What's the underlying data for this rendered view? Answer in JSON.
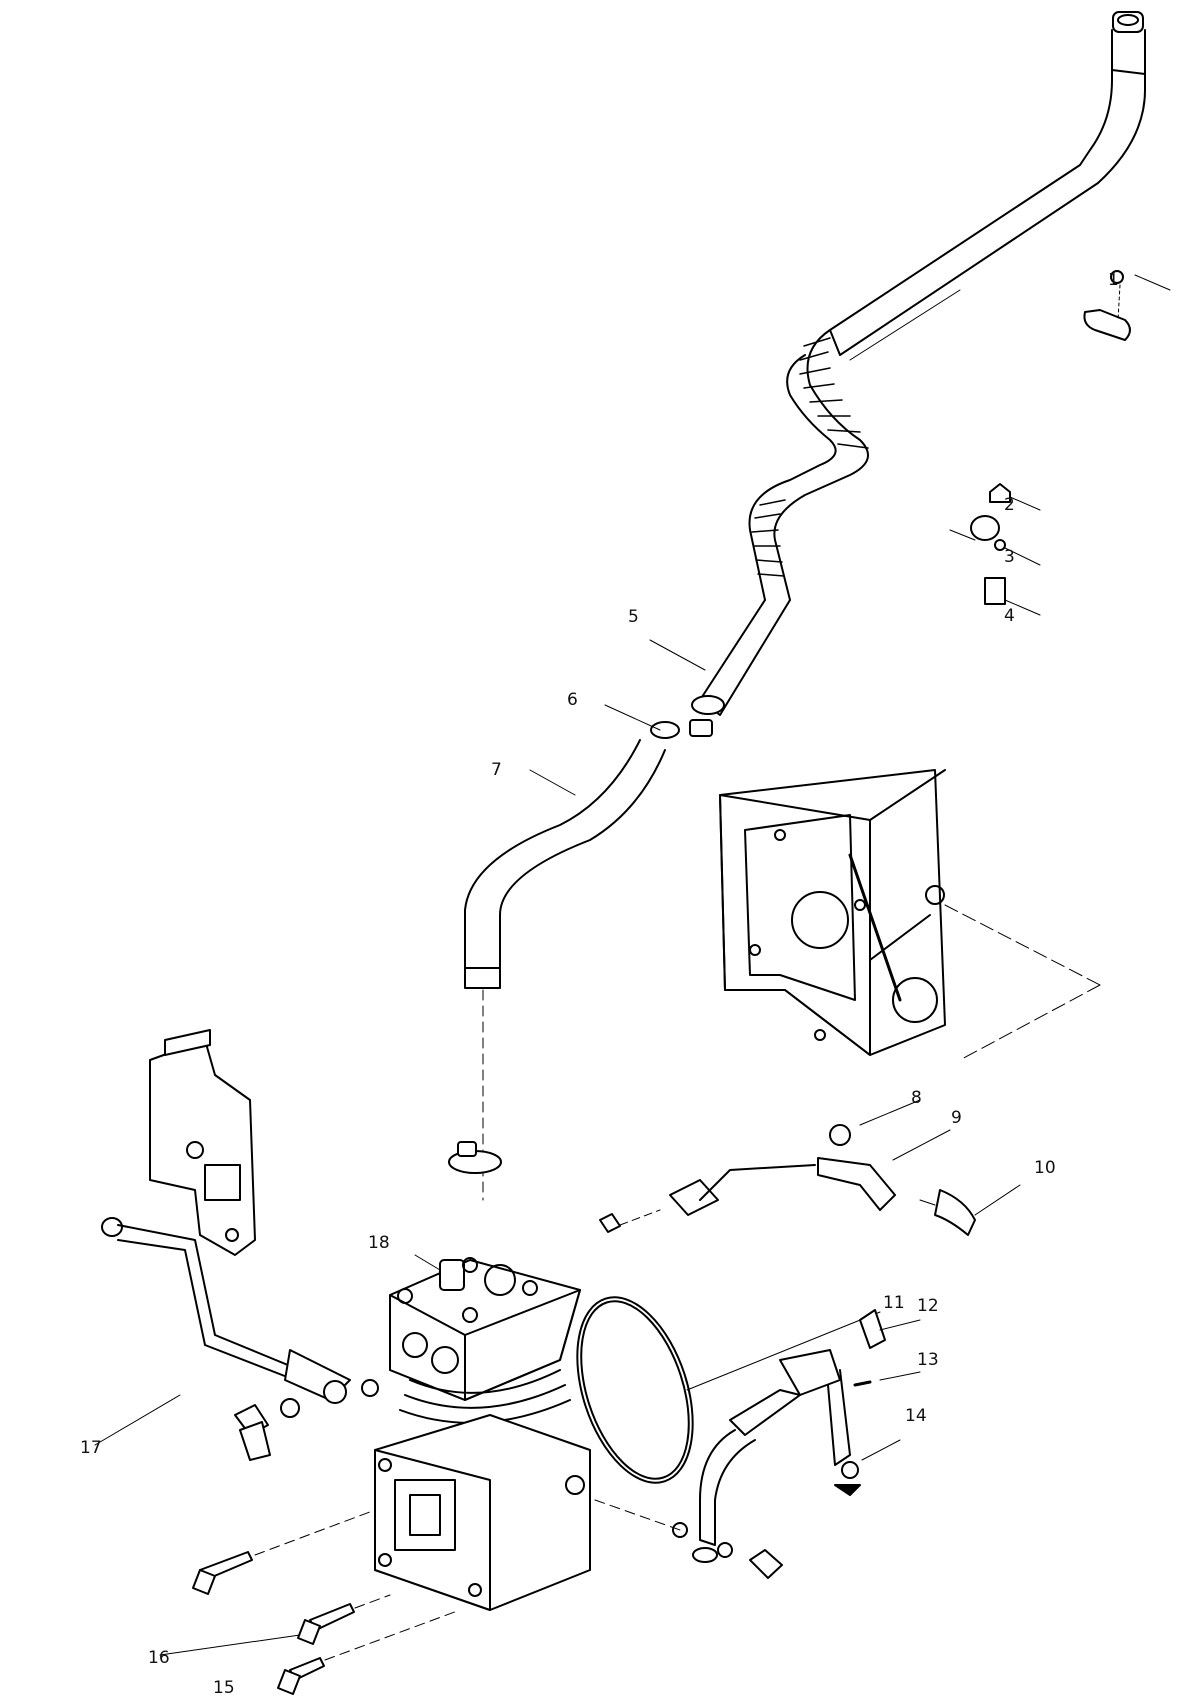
{
  "diagram": {
    "style": {
      "line_color": "#000000",
      "fill_color": "#ffffff",
      "background": "#ffffff"
    },
    "callouts": [
      {
        "id": "c1",
        "label": "1"
      },
      {
        "id": "c2",
        "label": "2"
      },
      {
        "id": "c3",
        "label": "3"
      },
      {
        "id": "c4",
        "label": "4"
      },
      {
        "id": "c5",
        "label": "5"
      },
      {
        "id": "c6",
        "label": "6"
      },
      {
        "id": "c7",
        "label": "7"
      },
      {
        "id": "c8",
        "label": "8"
      },
      {
        "id": "c9",
        "label": "9"
      },
      {
        "id": "c10",
        "label": "10"
      },
      {
        "id": "c11",
        "label": "11"
      },
      {
        "id": "c12",
        "label": "12"
      },
      {
        "id": "c13",
        "label": "13"
      },
      {
        "id": "c14",
        "label": "14"
      },
      {
        "id": "c15",
        "label": "15"
      },
      {
        "id": "c16",
        "label": "16"
      },
      {
        "id": "c17",
        "label": "17"
      },
      {
        "id": "c18",
        "label": "18"
      }
    ]
  }
}
